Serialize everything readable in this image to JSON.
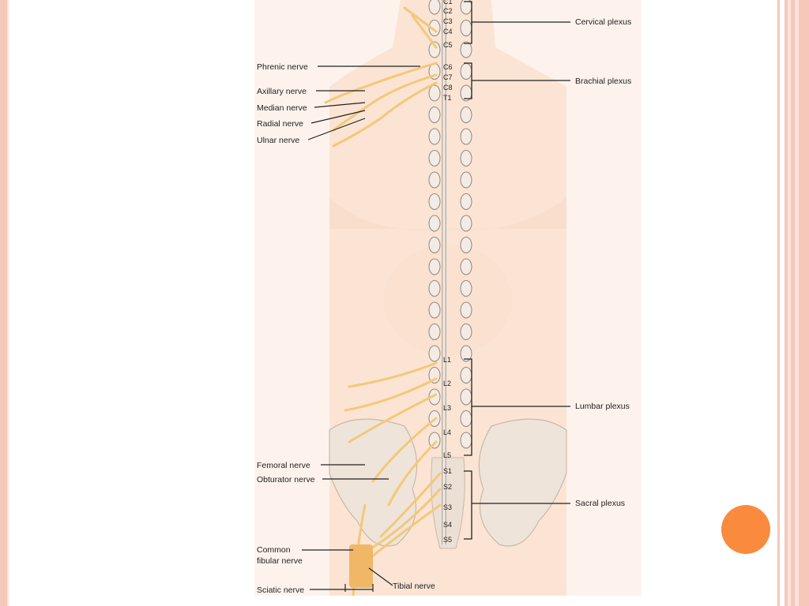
{
  "diagram": {
    "left_labels": [
      {
        "id": "phrenic",
        "text": "Phrenic nerve"
      },
      {
        "id": "axillary",
        "text": "Axillary nerve"
      },
      {
        "id": "median",
        "text": "Median nerve"
      },
      {
        "id": "radial",
        "text": "Radial nerve"
      },
      {
        "id": "ulnar",
        "text": "Ulnar nerve"
      },
      {
        "id": "femoral",
        "text": "Femoral nerve"
      },
      {
        "id": "obturator",
        "text": "Obturator nerve"
      },
      {
        "id": "common_fibular_1",
        "text": "Common"
      },
      {
        "id": "common_fibular_2",
        "text": "fibular nerve"
      },
      {
        "id": "sciatic",
        "text": "Sciatic nerve"
      },
      {
        "id": "tibial",
        "text": "Tibial nerve"
      }
    ],
    "right_labels": [
      {
        "id": "cervical",
        "text": "Cervical plexus"
      },
      {
        "id": "brachial",
        "text": "Brachial plexus"
      },
      {
        "id": "lumbar",
        "text": "Lumbar plexus"
      },
      {
        "id": "sacral",
        "text": "Sacral plexus"
      }
    ],
    "segments": [
      "C1",
      "C2",
      "C3",
      "C4",
      "C5",
      "C6",
      "C7",
      "C8",
      "T1",
      "L1",
      "L2",
      "L3",
      "L4",
      "L5",
      "S1",
      "S2",
      "S3",
      "S4",
      "S5"
    ]
  },
  "colors": {
    "frame": "#f5c8ba",
    "accent_dot": "#fa8b3e",
    "skin": "#fbe6d8",
    "nerve": "#f3c879",
    "bone": "#efe4da"
  }
}
